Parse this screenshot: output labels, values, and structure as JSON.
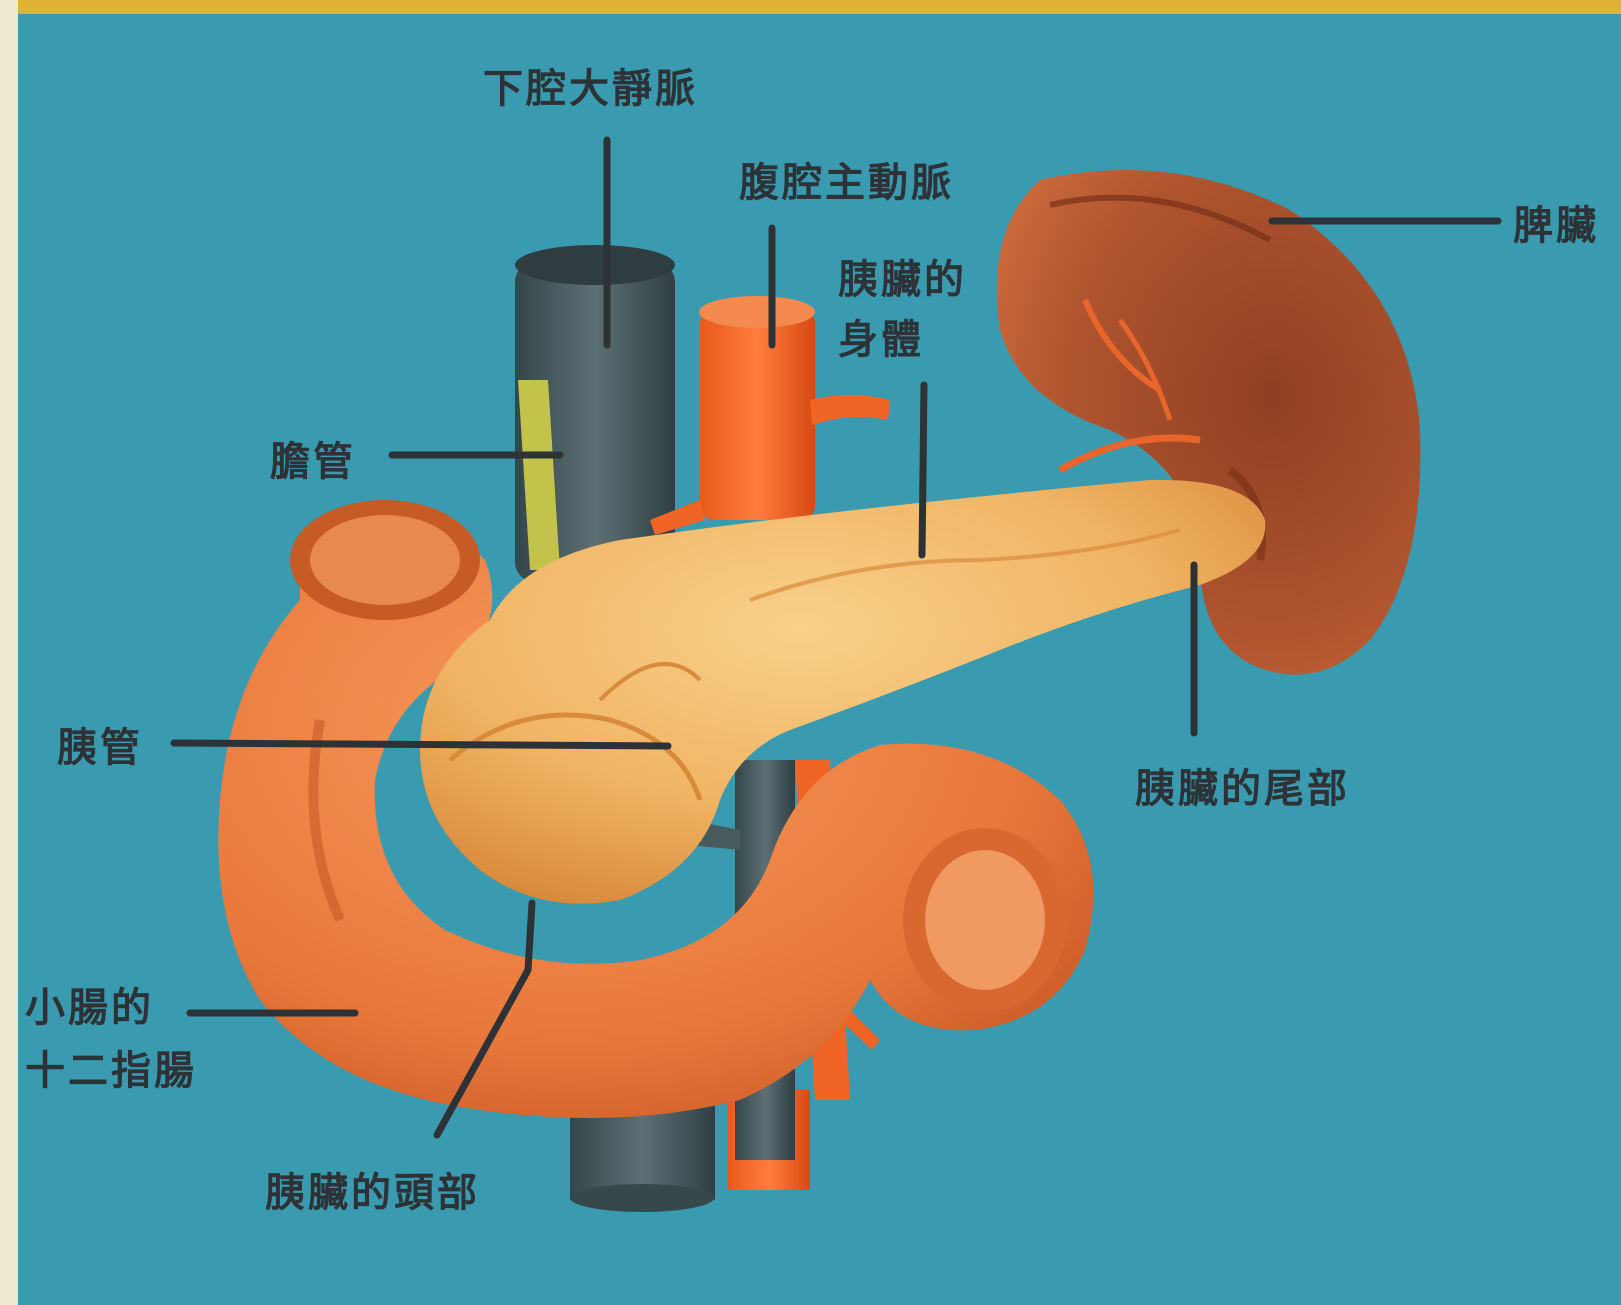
{
  "colors": {
    "background": "#3a9aaf",
    "top_border": "#e0b233",
    "left_border": "#efe9d0",
    "ink": "#2c3236",
    "duodenum": "#e8773b",
    "pancreas": "#f0b464",
    "spleen": "#b0552f",
    "vein": "#475a5e",
    "artery": "#f06525",
    "bile_duct": "#c3c24a"
  },
  "labels": {
    "ivc": "下腔大靜脈",
    "aorta": "腹腔主動脈",
    "spleen": "脾臟",
    "body_line1": "胰臟的",
    "body_line2": "身體",
    "bile_duct": "膽管",
    "pancreatic_duct": "胰管",
    "tail": "胰臟的尾部",
    "duodenum_line1": "小腸的",
    "duodenum_line2": "十二指腸",
    "head": "胰臟的頭部"
  }
}
